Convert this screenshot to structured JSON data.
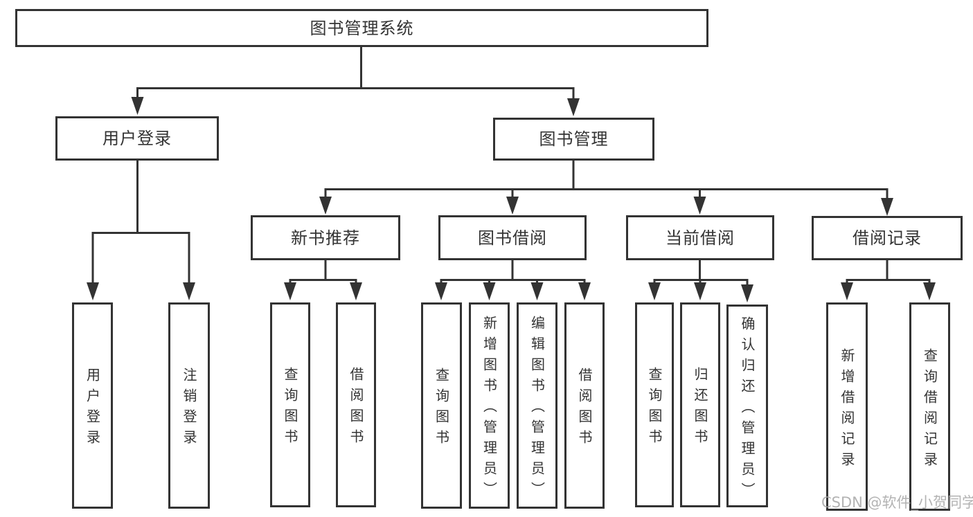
{
  "diagram": {
    "root": {
      "label": "图书管理系统"
    },
    "level2": [
      {
        "label": "用户登录"
      },
      {
        "label": "图书管理"
      }
    ],
    "level3": [
      {
        "label": "新书推荐"
      },
      {
        "label": "图书借阅"
      },
      {
        "label": "当前借阅"
      },
      {
        "label": "借阅记录"
      }
    ],
    "leaves": {
      "user_login": [
        "用户登录",
        "注销登录"
      ],
      "new_book": [
        "查询图书",
        "借阅图书"
      ],
      "borrow": [
        "查询图书",
        "新增图书（管理员）",
        "编辑图书（管理员）",
        "借阅图书"
      ],
      "current": [
        "查询图书",
        "归还图书",
        "确认归还（管理员）"
      ],
      "records": [
        "新增借阅记录",
        "查询借阅记录"
      ]
    }
  },
  "watermark": {
    "text": "CSDN @软件_小贺同学"
  },
  "colors": {
    "line": "#333333",
    "text": "#333333",
    "background": "#ffffff",
    "watermark": "#a6a6a6"
  }
}
